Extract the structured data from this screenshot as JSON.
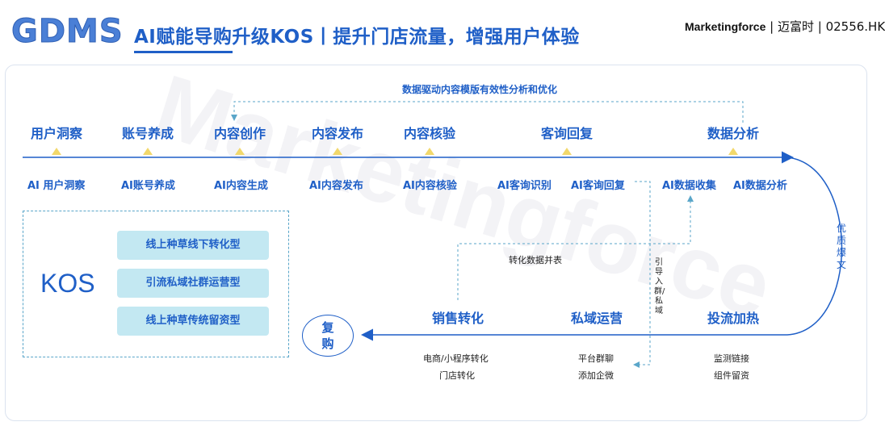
{
  "header": {
    "logo": "GDMS",
    "title": "AI赋能导购升级KOS丨提升门店流量，增强用户体验",
    "brand_name": "Marketingforce",
    "brand_cn": "迈富时",
    "ticker": "02556.HK"
  },
  "watermark": "Marketingforce",
  "top_feedback_label": "数据驱动内容模版有效性分析和优化",
  "stages": [
    {
      "label": "用户洞察",
      "ai": "AI 用户洞察"
    },
    {
      "label": "账号养成",
      "ai": "AI账号养成"
    },
    {
      "label": "内容创作",
      "ai": "AI内容生成"
    },
    {
      "label": "内容发布",
      "ai": "AI内容发布"
    },
    {
      "label": "内容核验",
      "ai": "AI内容核验"
    },
    {
      "label": "客询回复",
      "ai": "AI客询识别",
      "ai2": "AI客询回复"
    },
    {
      "label": "数据分析",
      "ai": "AI数据收集",
      "ai2": "AI数据分析"
    }
  ],
  "curve_label": "优质爆文",
  "merge_label": "转化数据并表",
  "drainage_label": "引导入群/私域",
  "bottom_stages": [
    {
      "label": "投流加热",
      "subs": [
        "监测链接",
        "组件留资"
      ]
    },
    {
      "label": "私域运营",
      "subs": [
        "平台群聊",
        "添加企微"
      ]
    },
    {
      "label": "销售转化",
      "subs": [
        "电商/小程序转化",
        "门店转化"
      ]
    }
  ],
  "repurchase": "复购",
  "kos": {
    "label": "KOS",
    "items": [
      "线上种草线下转化型",
      "引流私域社群运营型",
      "线上种草传统留资型"
    ]
  },
  "colors": {
    "primary": "#1f5fc7",
    "accent": "#f2d86b",
    "pill": "#c3e8f2",
    "dashed": "#5aa6c9"
  }
}
